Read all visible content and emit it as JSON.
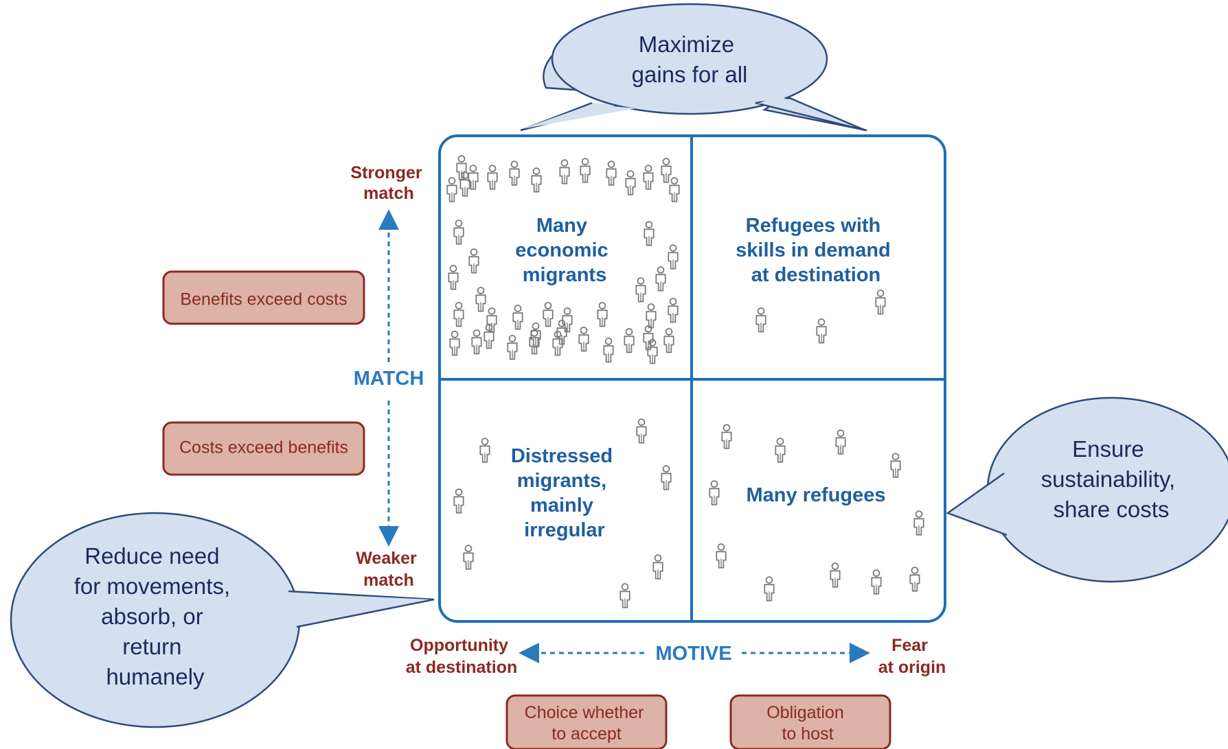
{
  "bubbles": {
    "top": [
      "Maximize",
      "gains for all"
    ],
    "right": [
      "Ensure",
      "sustainability,",
      "share costs"
    ],
    "left": [
      "Reduce need",
      "for movements,",
      "absorb, or",
      "return",
      "humanely"
    ]
  },
  "axis": {
    "match_label": "MATCH",
    "motive_label": "MOTIVE",
    "stronger": [
      "Stronger",
      "match"
    ],
    "weaker": [
      "Weaker",
      "match"
    ],
    "opportunity": [
      "Opportunity",
      "at destination"
    ],
    "fear": [
      "Fear",
      "at origin"
    ]
  },
  "boxes": {
    "benefits": "Benefits exceed costs",
    "costs": "Costs exceed benefits",
    "choice": [
      "Choice whether",
      "to accept"
    ],
    "obligation": [
      "Obligation",
      "to host"
    ]
  },
  "quadrants": {
    "top_left": [
      "Many",
      "economic",
      "migrants"
    ],
    "top_right": [
      "Refugees with",
      "skills in demand",
      "at destination"
    ],
    "bottom_left": [
      "Distressed",
      "migrants,",
      "mainly",
      "irregular"
    ],
    "bottom_right": [
      "Many refugees"
    ]
  },
  "colors": {
    "quadrant_border": "#1f6fb5",
    "bubble_fill": "#d4e0f0",
    "bubble_stroke": "#2f4a7a",
    "box_fill": "#dcb3a6",
    "box_stroke": "#8b2a22"
  }
}
